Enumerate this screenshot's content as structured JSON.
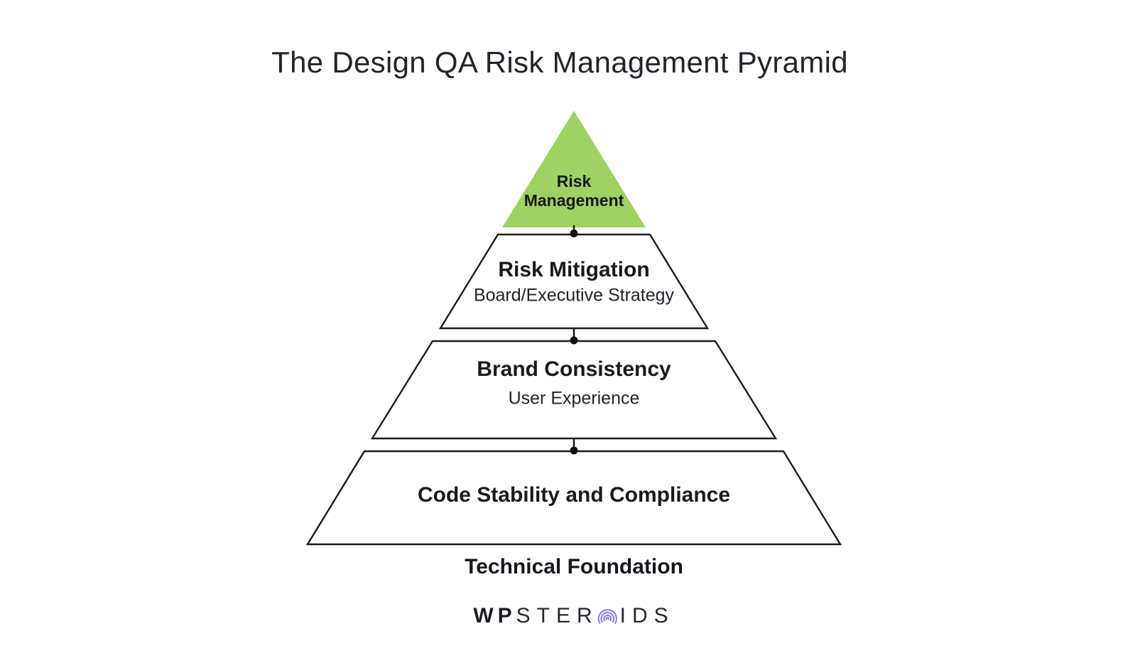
{
  "header": {
    "title": "The Design QA Risk Management Pyramid"
  },
  "pyramid": {
    "outline_color": "#1b1b1b",
    "connector_color": "#111111",
    "apex": {
      "fill": "#9fd163",
      "label_line1": "Risk",
      "label_line2": "Management"
    },
    "levels": [
      {
        "title": "Risk Mitigation",
        "subtitle": "Board/Executive Strategy"
      },
      {
        "title": "Brand Consistency",
        "subtitle": "User Experience"
      },
      {
        "title": "Code Stability and Compliance"
      }
    ],
    "base_label": "Technical Foundation"
  },
  "footer": {
    "brand": {
      "prefix": "WP",
      "mid": "STER",
      "suffix": "IDS"
    },
    "icon_color": "#8388ea"
  }
}
